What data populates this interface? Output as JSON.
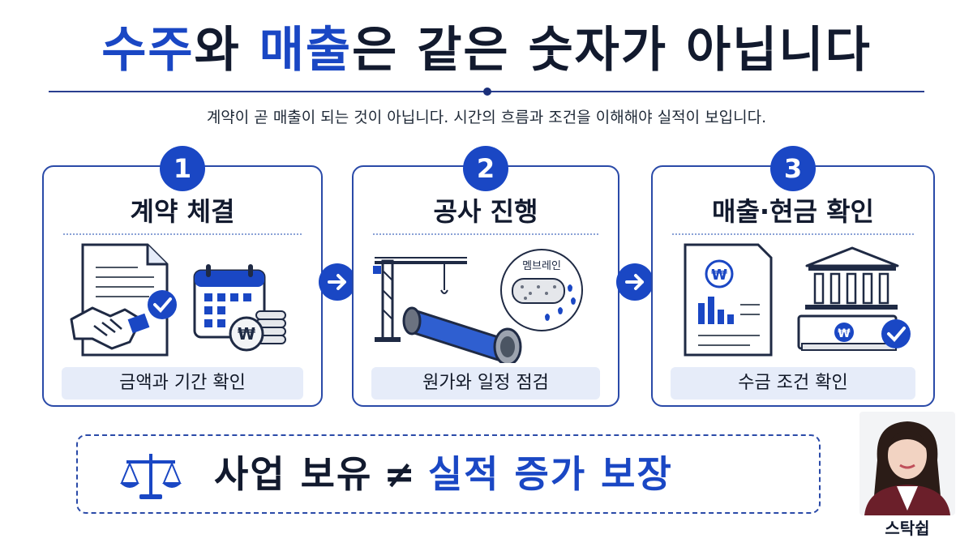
{
  "title": {
    "part1": "수주",
    "part2": "와 ",
    "part3": "매출",
    "part4": "은 같은 숫자가 아닙니다"
  },
  "subtitle": "계약이 곧 매출이 되는 것이 아닙니다. 시간의 흐름과 조건을 이해해야 실적이 보입니다.",
  "steps": [
    {
      "number": "1",
      "title": "계약 체결",
      "caption": "금액과 기간 확인",
      "currency": "₩"
    },
    {
      "number": "2",
      "title": "공사 진행",
      "caption": "원가와 일정 점검",
      "label": "멤브레인"
    },
    {
      "number": "3",
      "title": "매출·현금 확인",
      "caption": "수금 조건 확인",
      "currency": "₩"
    }
  ],
  "bottom": {
    "part1": "사업 보유",
    "neq": "≠",
    "part2": "실적 증가 보장"
  },
  "presenter": {
    "name": "스탁쉽"
  },
  "colors": {
    "accent": "#1a47c4",
    "dark": "#121a2e",
    "pill": "#e6ecf9"
  }
}
